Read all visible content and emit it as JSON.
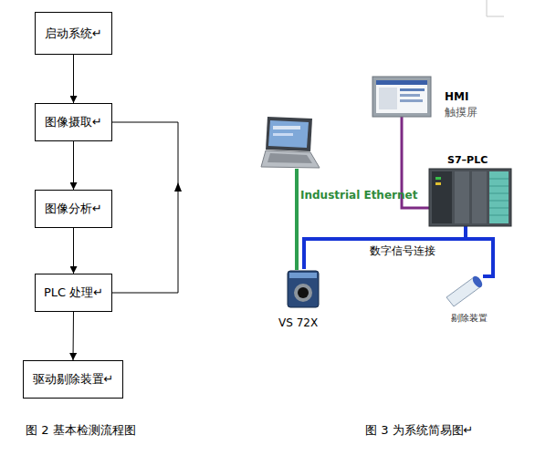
{
  "diagram": {
    "nodes": [
      {
        "text": [
          "启动系统↵"
        ]
      },
      {
        "text": [
          "图像摄取↵"
        ]
      },
      {
        "text": [
          "图像分析↵"
        ]
      },
      {
        "text": [
          "PLC 处理↵"
        ]
      },
      {
        "text": [
          "驱动剔除装置↵"
        ]
      },
      {
        "text": [
          "HMI",
          "触摸屏"
        ]
      },
      {
        "text": [
          "S7–PLC"
        ]
      },
      {
        "text": [
          "VS 72X"
        ]
      },
      {
        "text": [
          "剔除装置"
        ]
      }
    ],
    "edges": [
      {
        "from": 0,
        "to": 1,
        "arrow": "to"
      },
      {
        "from": 1,
        "to": 2,
        "arrow": "to"
      },
      {
        "from": 2,
        "to": 3,
        "arrow": "to"
      },
      {
        "from": 3,
        "to": 4,
        "arrow": "to"
      },
      {
        "from": 3,
        "to": 1,
        "arrow": "to"
      },
      {
        "from": 5,
        "to": 6,
        "arrow": "none"
      },
      {
        "from": 6,
        "to": 7,
        "arrow": "none",
        "label": "数字信号连接"
      },
      {
        "from": 6,
        "to": 8,
        "arrow": "none"
      }
    ],
    "labels": [
      "Industrial Ethernet",
      "图 2 基本检测流程图",
      "图 3 为系统简易图↵"
    ]
  }
}
